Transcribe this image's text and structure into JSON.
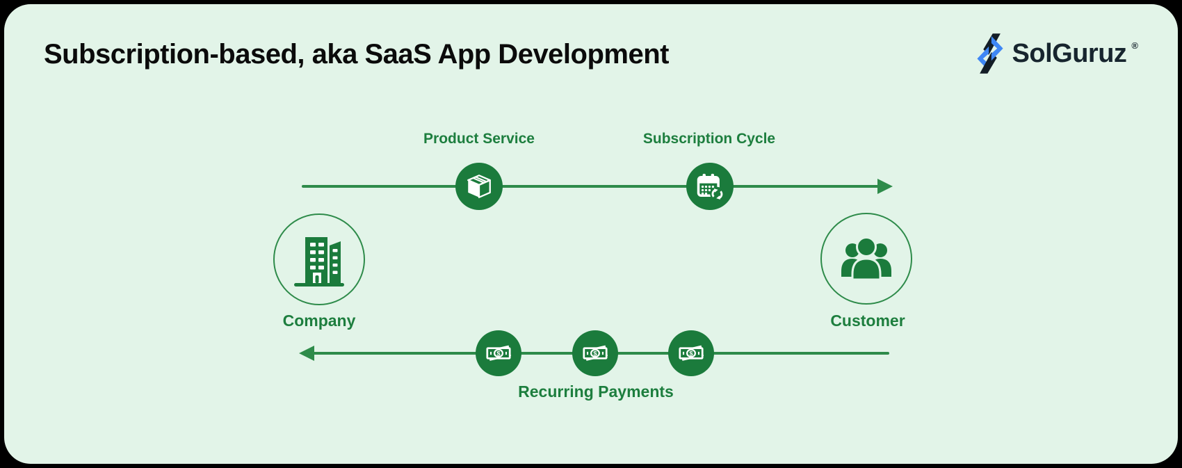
{
  "header": {
    "title": "Subscription-based, aka SaaS App Development",
    "logo": {
      "text": "SolGuruz",
      "registered": "®"
    }
  },
  "diagram": {
    "company": {
      "label": "Company",
      "icon": "building-icon"
    },
    "customer": {
      "label": "Customer",
      "icon": "people-group-icon"
    },
    "top_flow": {
      "direction": "left-to-right",
      "from": "Company",
      "to": "Customer",
      "steps": [
        {
          "label": "Product Service",
          "icon": "package-box-icon"
        },
        {
          "label": "Subscription Cycle",
          "icon": "calendar-refresh-icon"
        }
      ]
    },
    "bottom_flow": {
      "direction": "right-to-left",
      "from": "Customer",
      "to": "Company",
      "label": "Recurring Payments",
      "icon": "banknote-icon",
      "icon_count": 3,
      "currency_symbol": "$"
    }
  },
  "colors": {
    "card_background": "#e2f4e8",
    "outer_background": "#000000",
    "green_dark": "#1b7b3c",
    "green_line": "#2e8b4a",
    "green_text": "#1d7e3e",
    "title_text": "#0b0b0b",
    "logo_text": "#17252e",
    "logo_black": "#131d26",
    "logo_blue": "#3f87f5"
  }
}
